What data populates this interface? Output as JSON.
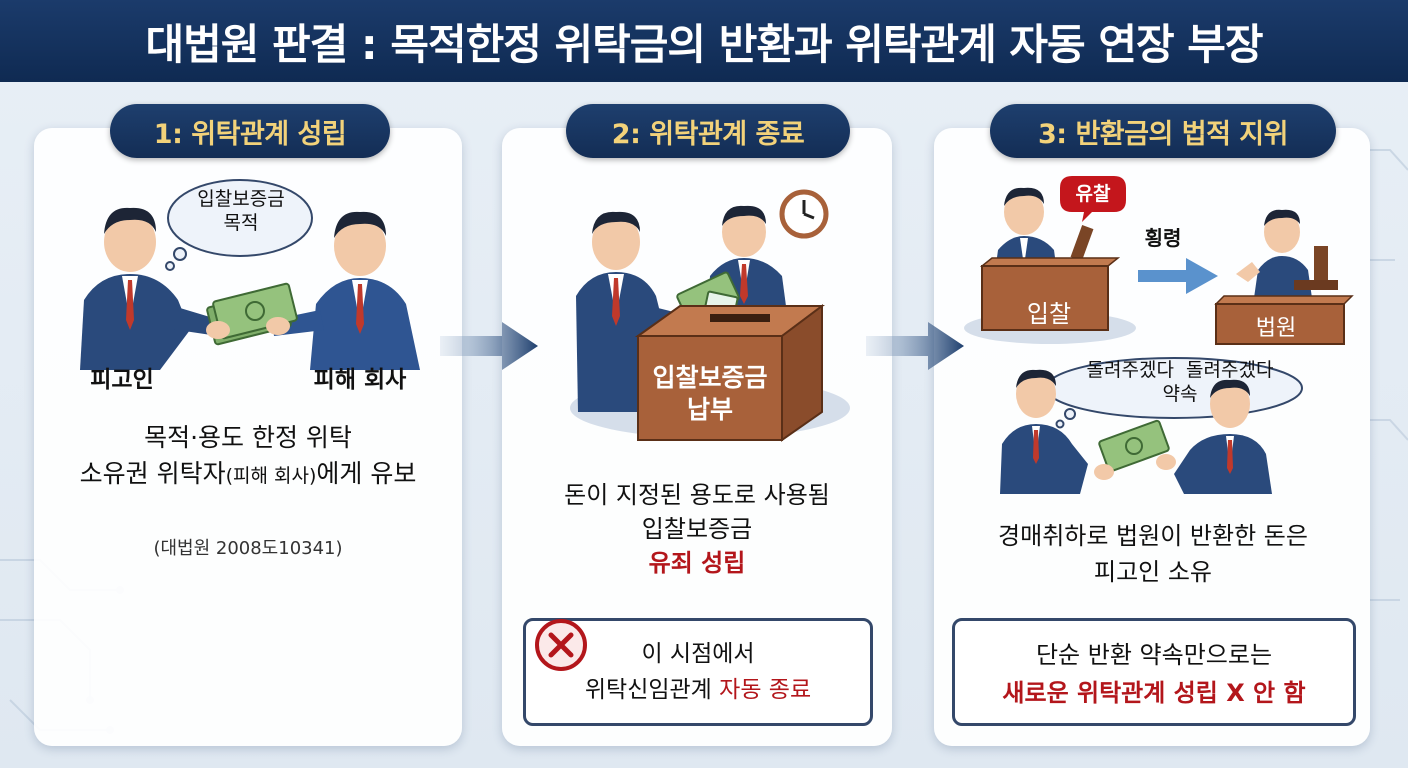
{
  "title": "대법원 판결 : 목적한정 위탁금의 반환과 위탁관계 자동 연장 부장",
  "panels": [
    {
      "step": "1: 위탁관계 성립",
      "bubble": [
        "입찰보증금",
        "목적"
      ],
      "left_person": "피고인",
      "right_person": "피해 회사",
      "desc_line1": "목적·용도 한정 위탁",
      "desc_line2_a": "소유권 위탁자",
      "desc_line2_b": "(피해 회사)",
      "desc_line2_c": "에게 유보",
      "citation": "(대법원 2008도10341)"
    },
    {
      "step": "2: 위탁관계 종료",
      "box_label": [
        "입찰보증금",
        "납부"
      ],
      "desc_line1": "돈이 지정된 용도로 사용됨",
      "desc_line2": "입찰보증금",
      "desc_line3": "유죄 성립",
      "notice_line1": "이 시점에서",
      "notice_line2_a": "위탁신임관계 ",
      "notice_line2_b": "자동 종료"
    },
    {
      "step": "3: 반환금의 법적 지위",
      "badge": "유찰",
      "arrow_label": "횡령",
      "desk_left": "입찰",
      "desk_right": "법원",
      "bubble": [
        "돌려주겠다  돌려주겠다",
        "약속"
      ],
      "desc_line1": "경매취하로 법원이 반환한 돈은",
      "desc_line2": "피고인 소유",
      "notice_line1": "단순 반환 약속만으로는",
      "notice_line2": "새로운 위탁관계 성립 X 안 함"
    }
  ],
  "colors": {
    "header_bg": "#13305a",
    "pill_text": "#f2d27a",
    "accent_red": "#b3161b",
    "suit": "#2a4a7c",
    "money": "#7fae6a",
    "wood": "#a8613a"
  }
}
